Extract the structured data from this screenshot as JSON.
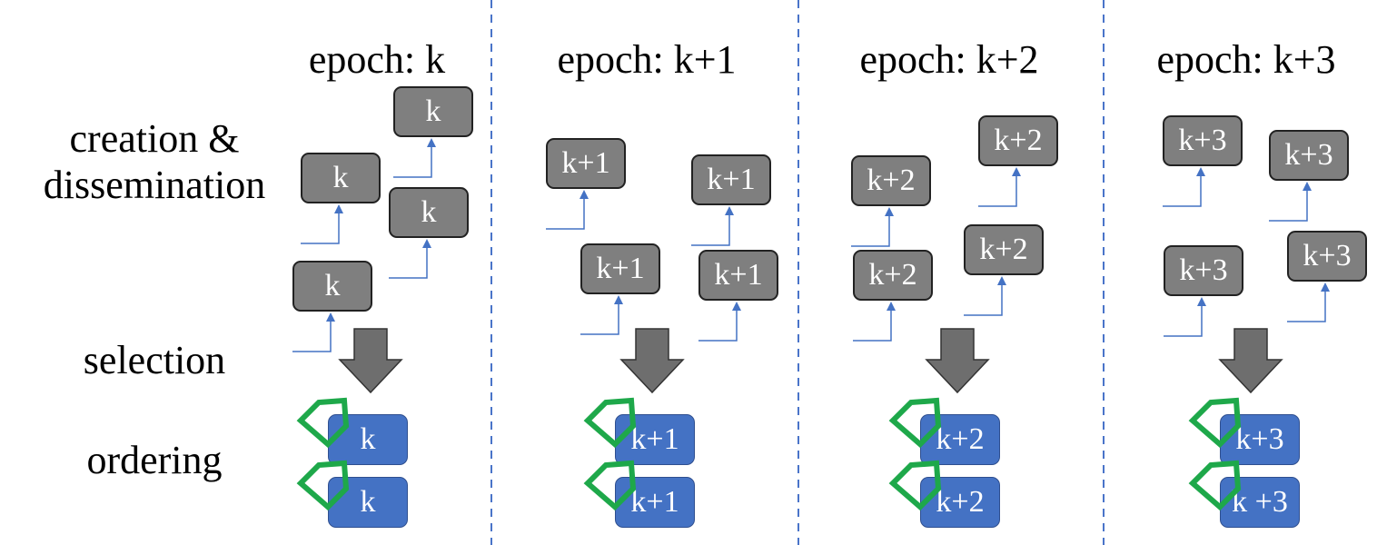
{
  "row_labels": {
    "creation": "creation &\ndissemination",
    "selection": "selection",
    "ordering": "ordering"
  },
  "colors": {
    "block_gray": "#7f7f7f",
    "block_blue": "#4472c4",
    "arrow_line": "#4472c4",
    "down_arrow": "#6e6e6e",
    "tag_outline": "#1ea84a",
    "divider": "#4a74c9"
  },
  "icons": {
    "down_arrow": "down-arrow-icon",
    "tag": "tag-icon"
  },
  "epochs": [
    {
      "title": "epoch: k",
      "created_blocks": [
        "k",
        "k",
        "k",
        "k"
      ],
      "ordered_blocks": [
        "k",
        "k"
      ]
    },
    {
      "title": "epoch: k+1",
      "created_blocks": [
        "k+1",
        "k+1",
        "k+1",
        "k+1"
      ],
      "ordered_blocks": [
        "k+1",
        "k+1"
      ]
    },
    {
      "title": "epoch: k+2",
      "created_blocks": [
        "k+2",
        "k+2",
        "k+2",
        "k+2"
      ],
      "ordered_blocks": [
        "k+2",
        "k+2"
      ]
    },
    {
      "title": "epoch: k+3",
      "created_blocks": [
        "k+3",
        "k+3",
        "k+3",
        "k+3"
      ],
      "ordered_blocks": [
        "k+3",
        "k +3"
      ]
    }
  ]
}
